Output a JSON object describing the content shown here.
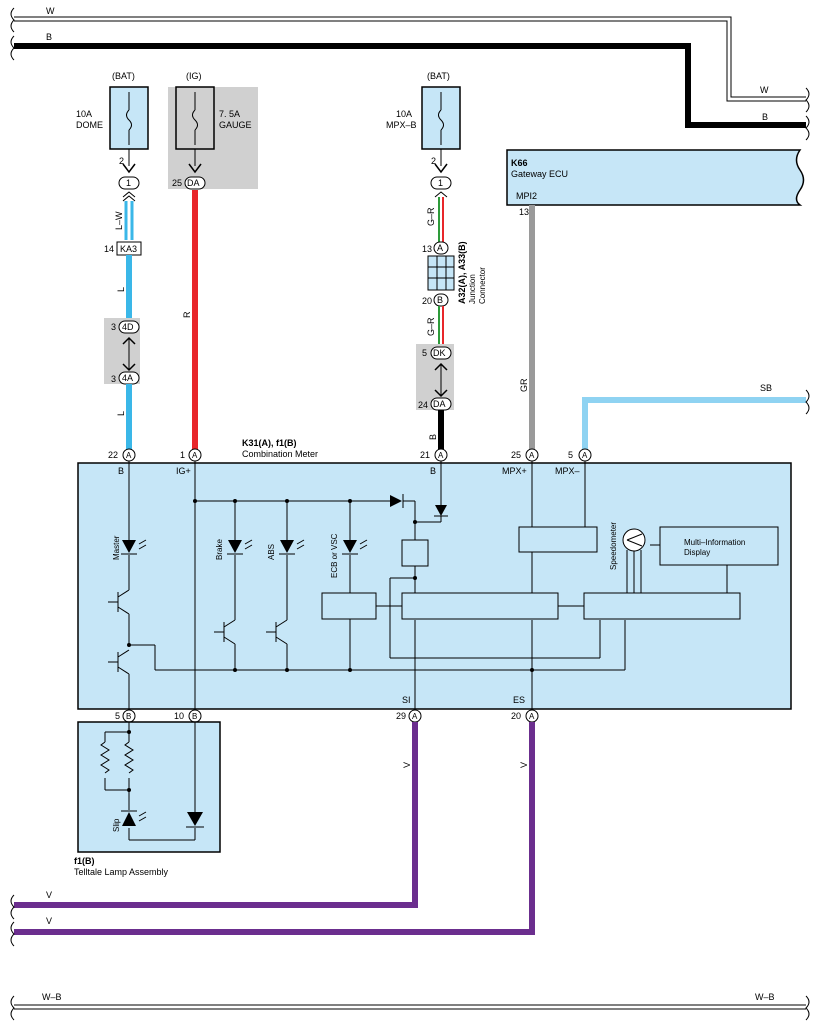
{
  "buses": {
    "top_w": "W",
    "top_w_right": "W",
    "top_b": "B",
    "top_b_right": "B",
    "bottom_v1": "V",
    "bottom_v2": "V",
    "bottom_wb_left": "W–B",
    "bottom_wb_right": "W–B"
  },
  "fuses": {
    "dome": {
      "supply": "(BAT)",
      "rating": "10A",
      "name": "DOME",
      "pin": "2",
      "connector": "1"
    },
    "gauge": {
      "supply": "(IG)",
      "rating": "7. 5A",
      "name": "GAUGE",
      "pin": "25",
      "connector": "DA"
    },
    "mpxb": {
      "supply": "(BAT)",
      "rating": "10A",
      "name": "MPX–B",
      "pin": "2",
      "connector": "1"
    }
  },
  "dome_circuit": {
    "wire1": "L–W",
    "ka3_pin": "14",
    "ka3": "KA3",
    "wire2": "L",
    "c4d_pin": "3",
    "c4d": "4D",
    "c4a_pin": "3",
    "c4a": "4A",
    "wire3": "L"
  },
  "gauge_circuit": {
    "wire": "R"
  },
  "mpxb_circuit": {
    "wire1": "G–R",
    "jc_top_pin": "13",
    "jc_top": "A",
    "jc_label_a": "A32(A), A33(B)",
    "jc_label_b": "Junction",
    "jc_label_c": "Connector",
    "jc_bot_pin": "20",
    "jc_bot": "B",
    "wire2": "G–R",
    "dk_pin": "5",
    "dk": "DK",
    "da_pin": "24",
    "da": "DA",
    "wire3": "B"
  },
  "gateway": {
    "id": "K66",
    "name": "Gateway ECU",
    "port": "MPI2",
    "pin": "13",
    "wire": "GR"
  },
  "sb_wire": "SB",
  "meter": {
    "id": "K31(A), f1(B)",
    "name": "Combination Meter",
    "top_pins": [
      {
        "num": "22",
        "conn": "A",
        "label": "B"
      },
      {
        "num": "1",
        "conn": "A",
        "label": "IG+"
      },
      {
        "num": "21",
        "conn": "A",
        "label": "B"
      },
      {
        "num": "25",
        "conn": "A",
        "label": "MPX+"
      },
      {
        "num": "5",
        "conn": "A",
        "label": "MPX–"
      }
    ],
    "bottom_pins": [
      {
        "num": "5",
        "conn": "B",
        "label": ""
      },
      {
        "num": "10",
        "conn": "B",
        "label": ""
      },
      {
        "num": "29",
        "conn": "A",
        "label": "SI"
      },
      {
        "num": "20",
        "conn": "A",
        "label": "ES"
      }
    ],
    "indicators": {
      "master": "Master",
      "brake": "Brake",
      "abs": "ABS",
      "ecb": "ECB or VSC",
      "speedometer": "Speedometer"
    },
    "mid_line1": "Multi–Information",
    "mid_line2": "Display"
  },
  "telltale": {
    "id": "f1(B)",
    "name": "Telltale Lamp Assembly",
    "slip": "Slip"
  },
  "v_wires": {
    "v1": "V",
    "v2": "V"
  },
  "colors": {
    "panel": "#c6e6f7",
    "blue_wire": "#3ab7e8",
    "red_wire": "#e8262a",
    "purple_wire": "#6b2e8e",
    "gray_wire": "#9a9a9a",
    "sb_wire": "#8fd3f2",
    "fuse_box": "#d0d0d0"
  }
}
